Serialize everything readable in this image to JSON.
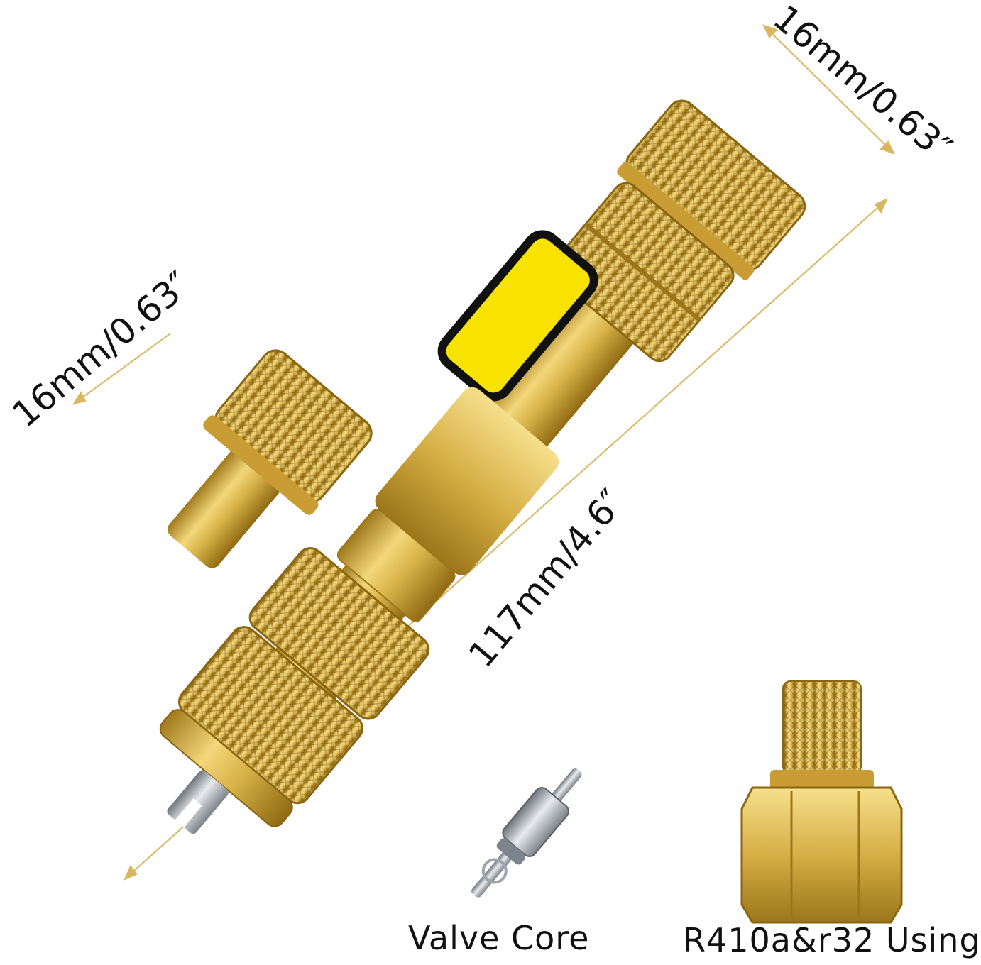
{
  "dimensions": {
    "top_fitting": "16mm/0.63″",
    "side_fitting": "16mm/0.63″",
    "overall_length": "117mm/4.6″"
  },
  "captions": {
    "valve_core": "Valve Core",
    "adapter": "R410a&r32 Using"
  },
  "colors": {
    "brass_light": "#f3d77a",
    "brass": "#d9b34a",
    "brass_dark": "#a07a1c",
    "handle_yellow": "#f7e200",
    "handle_border": "#111111",
    "steel": "#b8bcc2",
    "dimension_line": "#d8b760"
  }
}
